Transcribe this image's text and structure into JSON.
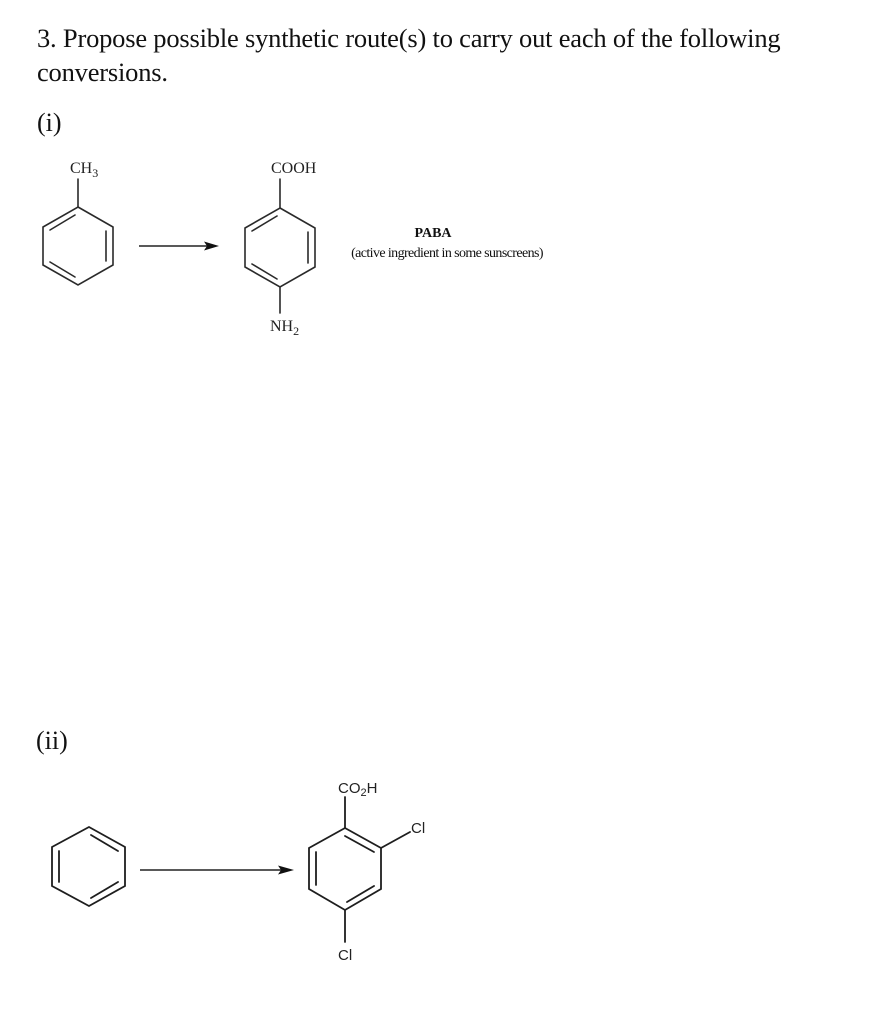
{
  "question": {
    "number": "3.",
    "text": "3. Propose possible synthetic route(s) to carry out each of the following conversions."
  },
  "parts": [
    {
      "label": "(i)",
      "starting_material": {
        "name": "toluene",
        "substituents": {
          "top": "CH3"
        },
        "label_main": "CH",
        "label_sub": "3"
      },
      "product": {
        "name": "p-aminobenzoic acid",
        "substituents": {
          "top": "COOH",
          "bottom": "NH2"
        },
        "top_label": "COOH",
        "bottom_label_main": "NH",
        "bottom_label_sub": "2",
        "caption_title": "PABA",
        "caption_note": "(active ingredient in some sunscreens)"
      },
      "arrow": "reaction-arrow"
    },
    {
      "label": "(ii)",
      "starting_material": {
        "name": "benzene",
        "substituents": {}
      },
      "product": {
        "name": "2,4-dichlorobenzoic acid",
        "substituents": {
          "top": "CO2H",
          "ortho": "Cl",
          "para": "Cl"
        },
        "top_label_main": "CO",
        "top_label_sub": "2",
        "top_label_end": "H",
        "ortho_label": "Cl",
        "para_label": "Cl"
      },
      "arrow": "reaction-arrow"
    }
  ],
  "colors": {
    "text": "#111111",
    "bonds": "#2a2a2a",
    "background": "#ffffff"
  }
}
